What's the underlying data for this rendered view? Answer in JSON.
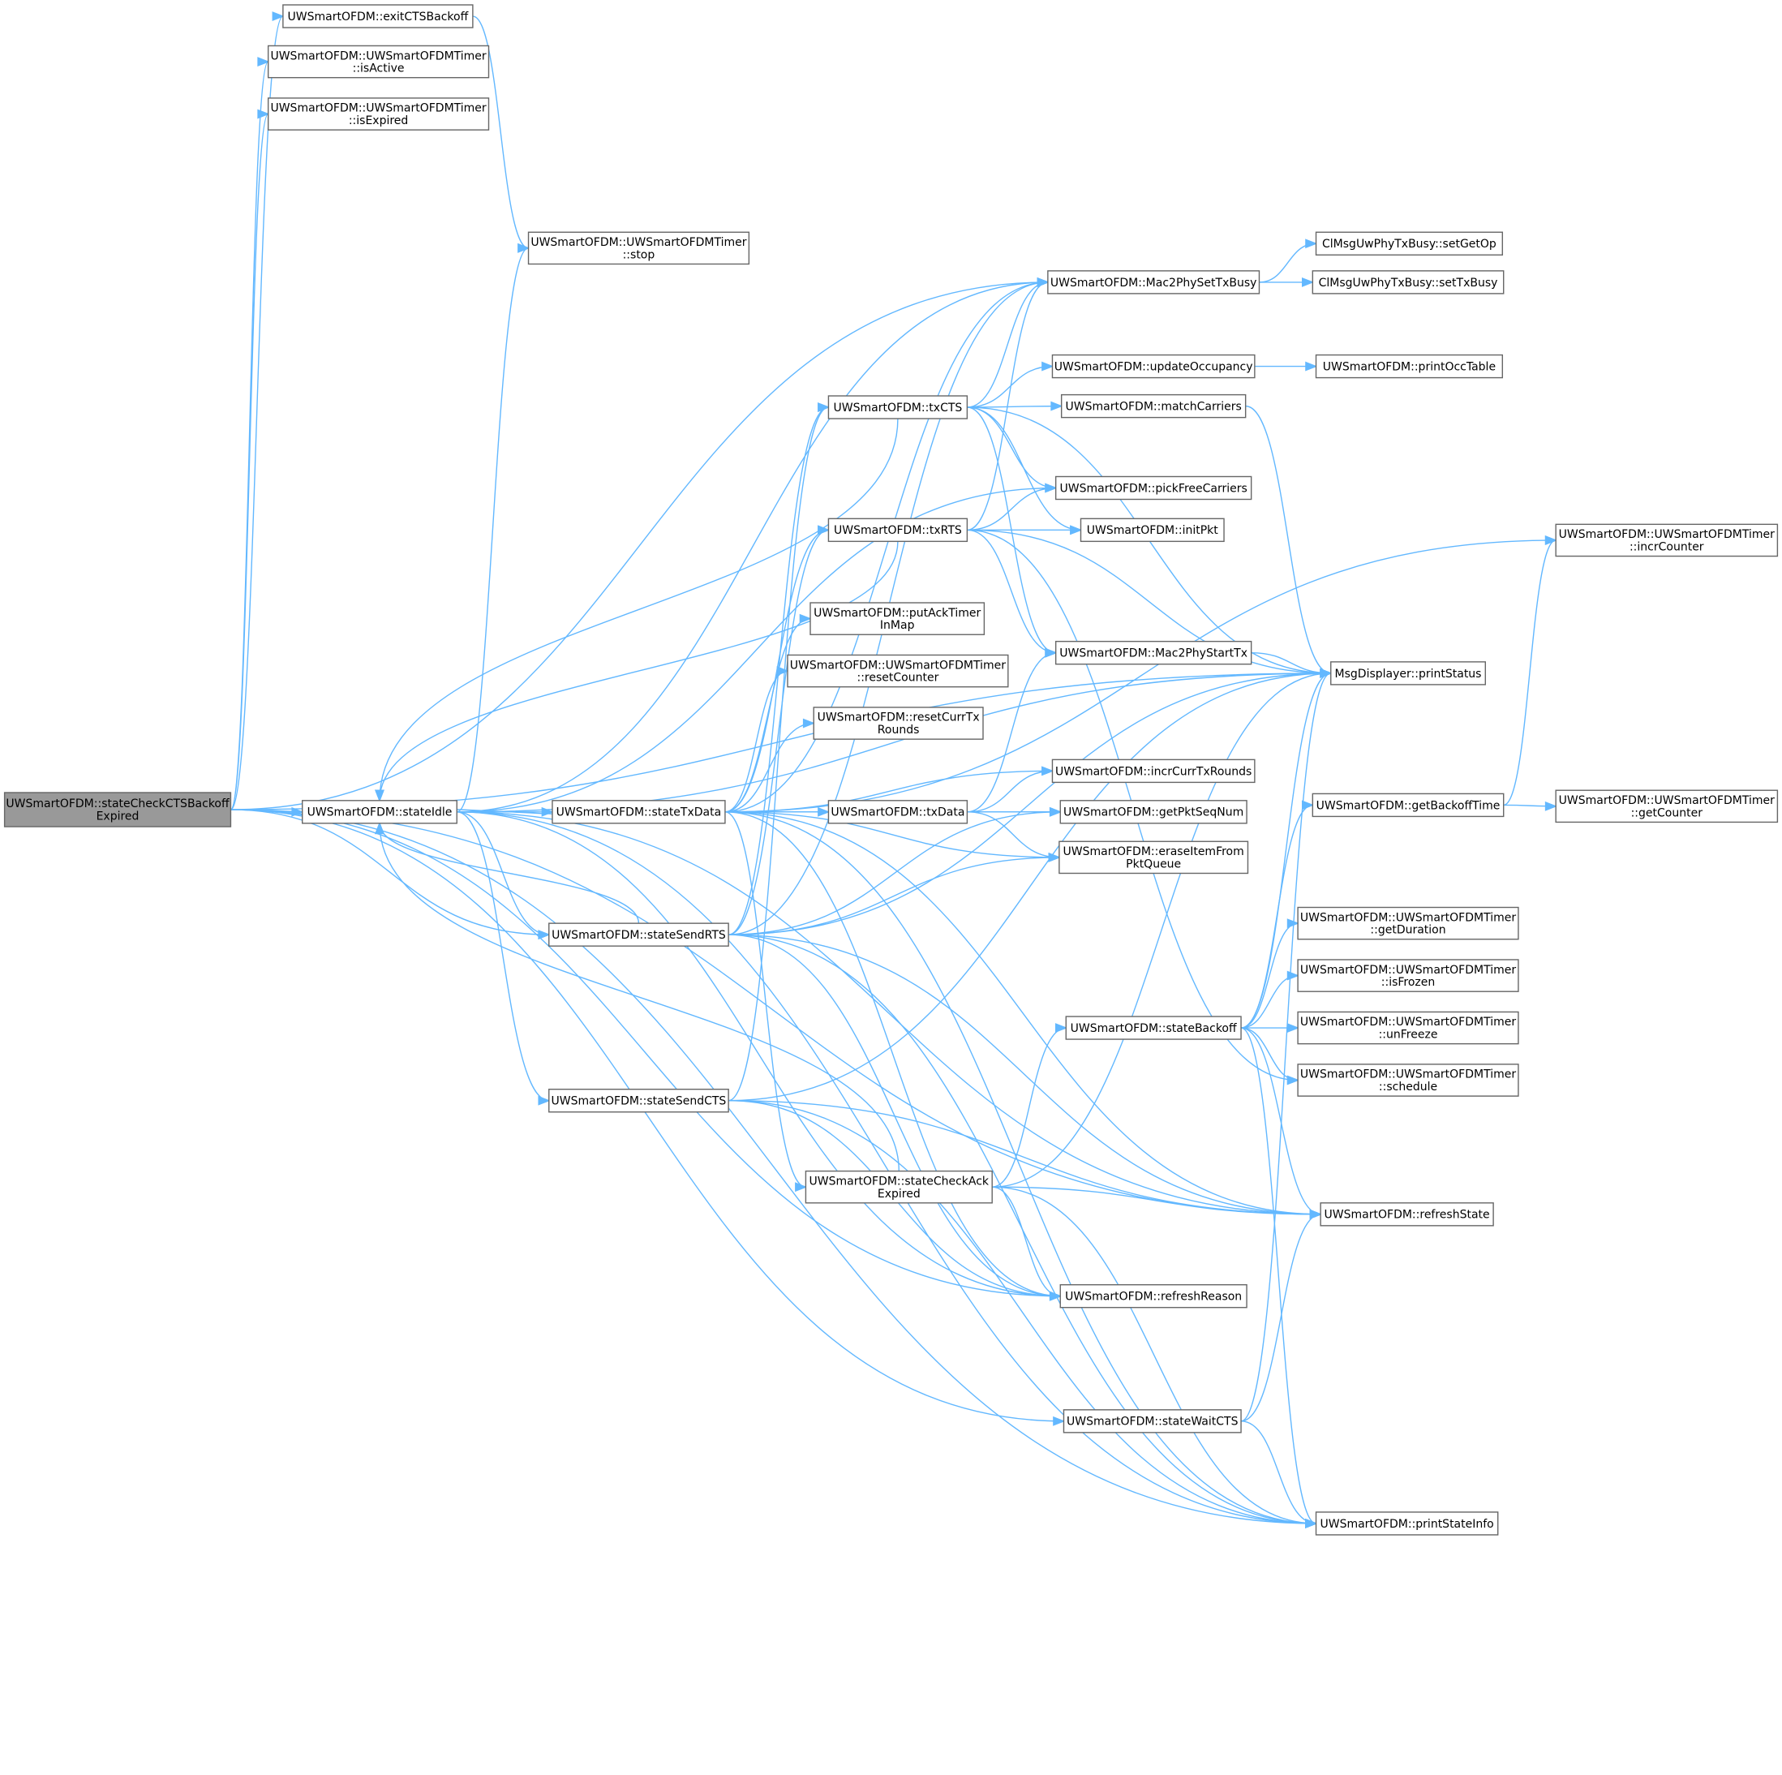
{
  "title": "Call graph of UWSmartOFDM::stateCheckCTSBackoffExpired",
  "colors": {
    "edge": "#63b8ff",
    "root_fill": "#999999",
    "node_fill": "#ffffff",
    "node_border": "#666666"
  },
  "nodes": [
    {
      "id": "root",
      "lines": [
        "UWSmartOFDM::stateCheckCTSBackoff",
        "Expired"
      ]
    },
    {
      "id": "exitCTSBackoff",
      "lines": [
        "UWSmartOFDM::exitCTSBackoff"
      ]
    },
    {
      "id": "isActive",
      "lines": [
        "UWSmartOFDM::UWSmartOFDMTimer",
        "::isActive"
      ]
    },
    {
      "id": "isExpired",
      "lines": [
        "UWSmartOFDM::UWSmartOFDMTimer",
        "::isExpired"
      ]
    },
    {
      "id": "stop",
      "lines": [
        "UWSmartOFDM::UWSmartOFDMTimer",
        "::stop"
      ]
    },
    {
      "id": "stateIdle",
      "lines": [
        "UWSmartOFDM::stateIdle"
      ]
    },
    {
      "id": "stateTxData",
      "lines": [
        "UWSmartOFDM::stateTxData"
      ]
    },
    {
      "id": "stateSendRTS",
      "lines": [
        "UWSmartOFDM::stateSendRTS"
      ]
    },
    {
      "id": "stateSendCTS",
      "lines": [
        "UWSmartOFDM::stateSendCTS"
      ]
    },
    {
      "id": "Mac2PhySetTxBusy",
      "lines": [
        "UWSmartOFDM::Mac2PhySetTxBusy"
      ]
    },
    {
      "id": "setGetOp",
      "lines": [
        "ClMsgUwPhyTxBusy::setGetOp"
      ]
    },
    {
      "id": "setTxBusy",
      "lines": [
        "ClMsgUwPhyTxBusy::setTxBusy"
      ]
    },
    {
      "id": "updateOccupancy",
      "lines": [
        "UWSmartOFDM::updateOccupancy"
      ]
    },
    {
      "id": "printOccTable",
      "lines": [
        "UWSmartOFDM::printOccTable"
      ]
    },
    {
      "id": "txCTS",
      "lines": [
        "UWSmartOFDM::txCTS"
      ]
    },
    {
      "id": "matchCarriers",
      "lines": [
        "UWSmartOFDM::matchCarriers"
      ]
    },
    {
      "id": "pickFreeCarriers",
      "lines": [
        "UWSmartOFDM::pickFreeCarriers"
      ]
    },
    {
      "id": "txRTS",
      "lines": [
        "UWSmartOFDM::txRTS"
      ]
    },
    {
      "id": "initPkt",
      "lines": [
        "UWSmartOFDM::initPkt"
      ]
    },
    {
      "id": "incrCounter",
      "lines": [
        "UWSmartOFDM::UWSmartOFDMTimer",
        "::incrCounter"
      ]
    },
    {
      "id": "putAckTimerInMap",
      "lines": [
        "UWSmartOFDM::putAckTimer",
        "InMap"
      ]
    },
    {
      "id": "resetCounter",
      "lines": [
        "UWSmartOFDM::UWSmartOFDMTimer",
        "::resetCounter"
      ]
    },
    {
      "id": "resetCurrTxRounds",
      "lines": [
        "UWSmartOFDM::resetCurrTx",
        "Rounds"
      ]
    },
    {
      "id": "Mac2PhyStartTx",
      "lines": [
        "UWSmartOFDM::Mac2PhyStartTx"
      ]
    },
    {
      "id": "printStatus",
      "lines": [
        "MsgDisplayer::printStatus"
      ]
    },
    {
      "id": "incrCurrTxRounds",
      "lines": [
        "UWSmartOFDM::incrCurrTxRounds"
      ]
    },
    {
      "id": "txData",
      "lines": [
        "UWSmartOFDM::txData"
      ]
    },
    {
      "id": "getPktSeqNum",
      "lines": [
        "UWSmartOFDM::getPktSeqNum"
      ]
    },
    {
      "id": "eraseItemFromPktQueue",
      "lines": [
        "UWSmartOFDM::eraseItemFrom",
        "PktQueue"
      ]
    },
    {
      "id": "getBackoffTime",
      "lines": [
        "UWSmartOFDM::getBackoffTime"
      ]
    },
    {
      "id": "getCounter",
      "lines": [
        "UWSmartOFDM::UWSmartOFDMTimer",
        "::getCounter"
      ]
    },
    {
      "id": "getDuration",
      "lines": [
        "UWSmartOFDM::UWSmartOFDMTimer",
        "::getDuration"
      ]
    },
    {
      "id": "isFrozen",
      "lines": [
        "UWSmartOFDM::UWSmartOFDMTimer",
        "::isFrozen"
      ]
    },
    {
      "id": "unFreeze",
      "lines": [
        "UWSmartOFDM::UWSmartOFDMTimer",
        "::unFreeze"
      ]
    },
    {
      "id": "schedule",
      "lines": [
        "UWSmartOFDM::UWSmartOFDMTimer",
        "::schedule"
      ]
    },
    {
      "id": "stateBackoff",
      "lines": [
        "UWSmartOFDM::stateBackoff"
      ]
    },
    {
      "id": "stateCheckAckExpired",
      "lines": [
        "UWSmartOFDM::stateCheckAck",
        "Expired"
      ]
    },
    {
      "id": "refreshState",
      "lines": [
        "UWSmartOFDM::refreshState"
      ]
    },
    {
      "id": "refreshReason",
      "lines": [
        "UWSmartOFDM::refreshReason"
      ]
    },
    {
      "id": "stateWaitCTS",
      "lines": [
        "UWSmartOFDM::stateWaitCTS"
      ]
    },
    {
      "id": "printStateInfo",
      "lines": [
        "UWSmartOFDM::printStateInfo"
      ]
    }
  ],
  "edges": [
    [
      "root",
      "exitCTSBackoff"
    ],
    [
      "root",
      "isActive"
    ],
    [
      "root",
      "isExpired"
    ],
    [
      "root",
      "printStatus"
    ],
    [
      "root",
      "Mac2PhySetTxBusy"
    ],
    [
      "root",
      "stateIdle"
    ],
    [
      "root",
      "stateSendRTS"
    ],
    [
      "root",
      "refreshState"
    ],
    [
      "root",
      "refreshReason"
    ],
    [
      "root",
      "stateWaitCTS"
    ],
    [
      "root",
      "printStateInfo"
    ],
    [
      "exitCTSBackoff",
      "stop"
    ],
    [
      "stateIdle",
      "stop"
    ],
    [
      "stateIdle",
      "Mac2PhySetTxBusy"
    ],
    [
      "stateIdle",
      "pickFreeCarriers"
    ],
    [
      "stateIdle",
      "printStatus"
    ],
    [
      "stateIdle",
      "stateTxData"
    ],
    [
      "stateIdle",
      "stateSendRTS"
    ],
    [
      "stateIdle",
      "stateSendCTS"
    ],
    [
      "stateIdle",
      "refreshReason"
    ],
    [
      "stateIdle",
      "refreshState"
    ],
    [
      "stateIdle",
      "printStateInfo"
    ],
    [
      "stateTxData",
      "stateIdle"
    ],
    [
      "stateTxData",
      "Mac2PhySetTxBusy"
    ],
    [
      "stateTxData",
      "incrCounter"
    ],
    [
      "stateTxData",
      "txRTS"
    ],
    [
      "stateTxData",
      "putAckTimerInMap"
    ],
    [
      "stateTxData",
      "resetCounter"
    ],
    [
      "stateTxData",
      "resetCurrTxRounds"
    ],
    [
      "stateTxData",
      "incrCurrTxRounds"
    ],
    [
      "stateTxData",
      "txData"
    ],
    [
      "stateTxData",
      "getPktSeqNum"
    ],
    [
      "stateTxData",
      "eraseItemFromPktQueue"
    ],
    [
      "stateTxData",
      "stateCheckAckExpired"
    ],
    [
      "stateTxData",
      "refreshState"
    ],
    [
      "stateTxData",
      "refreshReason"
    ],
    [
      "stateTxData",
      "printStateInfo"
    ],
    [
      "stateSendRTS",
      "stateIdle"
    ],
    [
      "stateSendRTS",
      "txRTS"
    ],
    [
      "stateSendRTS",
      "txCTS"
    ],
    [
      "stateSendRTS",
      "Mac2PhySetTxBusy"
    ],
    [
      "stateSendRTS",
      "getPktSeqNum"
    ],
    [
      "stateSendRTS",
      "eraseItemFromPktQueue"
    ],
    [
      "stateSendRTS",
      "printStatus"
    ],
    [
      "stateSendRTS",
      "refreshState"
    ],
    [
      "stateSendRTS",
      "refreshReason"
    ],
    [
      "stateSendRTS",
      "printStateInfo"
    ],
    [
      "stateSendCTS",
      "txCTS"
    ],
    [
      "stateSendCTS",
      "printStatus"
    ],
    [
      "stateSendCTS",
      "refreshState"
    ],
    [
      "stateSendCTS",
      "refreshReason"
    ],
    [
      "stateSendCTS",
      "printStateInfo"
    ],
    [
      "txCTS",
      "stateIdle"
    ],
    [
      "txCTS",
      "Mac2PhySetTxBusy"
    ],
    [
      "txCTS",
      "updateOccupancy"
    ],
    [
      "txCTS",
      "matchCarriers"
    ],
    [
      "txCTS",
      "pickFreeCarriers"
    ],
    [
      "txCTS",
      "initPkt"
    ],
    [
      "txCTS",
      "Mac2PhyStartTx"
    ],
    [
      "txCTS",
      "printStatus"
    ],
    [
      "txRTS",
      "stateIdle"
    ],
    [
      "txRTS",
      "Mac2PhySetTxBusy"
    ],
    [
      "txRTS",
      "pickFreeCarriers"
    ],
    [
      "txRTS",
      "initPkt"
    ],
    [
      "txRTS",
      "Mac2PhyStartTx"
    ],
    [
      "txRTS",
      "printStatus"
    ],
    [
      "txRTS",
      "schedule"
    ],
    [
      "txData",
      "Mac2PhyStartTx"
    ],
    [
      "txData",
      "incrCurrTxRounds"
    ],
    [
      "txData",
      "getPktSeqNum"
    ],
    [
      "txData",
      "eraseItemFromPktQueue"
    ],
    [
      "Mac2PhySetTxBusy",
      "setGetOp"
    ],
    [
      "Mac2PhySetTxBusy",
      "setTxBusy"
    ],
    [
      "updateOccupancy",
      "printOccTable"
    ],
    [
      "matchCarriers",
      "printStatus"
    ],
    [
      "Mac2PhyStartTx",
      "printStatus"
    ],
    [
      "stateBackoff",
      "getBackoffTime"
    ],
    [
      "stateBackoff",
      "getDuration"
    ],
    [
      "stateBackoff",
      "isFrozen"
    ],
    [
      "stateBackoff",
      "unFreeze"
    ],
    [
      "stateBackoff",
      "schedule"
    ],
    [
      "stateBackoff",
      "printStatus"
    ],
    [
      "stateBackoff",
      "refreshState"
    ],
    [
      "stateBackoff",
      "printStateInfo"
    ],
    [
      "getBackoffTime",
      "incrCounter"
    ],
    [
      "getBackoffTime",
      "getCounter"
    ],
    [
      "stateCheckAckExpired",
      "stateIdle"
    ],
    [
      "stateCheckAckExpired",
      "stateBackoff"
    ],
    [
      "stateCheckAckExpired",
      "printStatus"
    ],
    [
      "stateCheckAckExpired",
      "refreshState"
    ],
    [
      "stateCheckAckExpired",
      "refreshReason"
    ],
    [
      "stateCheckAckExpired",
      "printStateInfo"
    ],
    [
      "stateWaitCTS",
      "printStatus"
    ],
    [
      "stateWaitCTS",
      "refreshState"
    ],
    [
      "stateWaitCTS",
      "printStateInfo"
    ]
  ]
}
